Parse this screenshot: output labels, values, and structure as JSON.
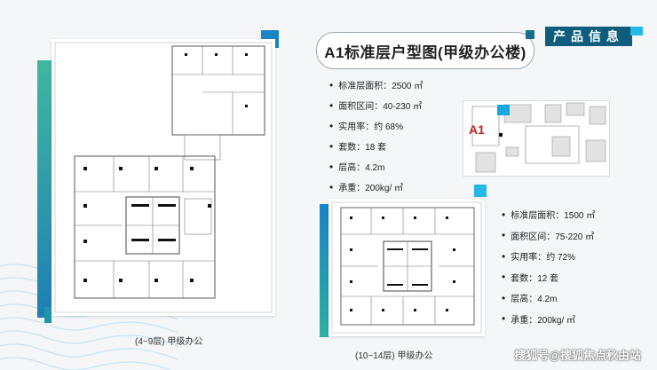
{
  "title": "A1标准层户型图(甲级办公楼)",
  "badge": "产品信息",
  "accent_color": "#0e5d7c",
  "highlight_color": "#25b7e6",
  "label_color": "#c0251f",
  "floor_plan_left": {
    "caption": "(4~9层) 甲级办公"
  },
  "floor_plan_right": {
    "caption": "(10~14层) 甲级办公"
  },
  "specs_top": [
    {
      "bullet": "•",
      "text": "标准层面积：2500 ㎡"
    },
    {
      "bullet": "•",
      "text": "面积区间：40-230 ㎡"
    },
    {
      "bullet": "•",
      "text": "实用率：约 68%"
    },
    {
      "bullet": "•",
      "text": "套数：18 套"
    },
    {
      "bullet": "•",
      "text": "层高：4.2m"
    },
    {
      "bullet": "•",
      "text": "承重：200kg/ ㎡"
    }
  ],
  "specs_bottom": [
    {
      "bullet": "•",
      "text": "标准层面积：1500 ㎡"
    },
    {
      "bullet": "•",
      "text": "面积区间：75-220 ㎡"
    },
    {
      "bullet": "•",
      "text": "实用率：约 72%"
    },
    {
      "bullet": "•",
      "text": "套数：12 套"
    },
    {
      "bullet": "•",
      "text": "层高：4.2m"
    },
    {
      "bullet": "•",
      "text": "承重：200kg/ ㎡"
    }
  ],
  "site_map_label": "A1",
  "watermark": "搜狐号@搜狐焦点秋由站"
}
